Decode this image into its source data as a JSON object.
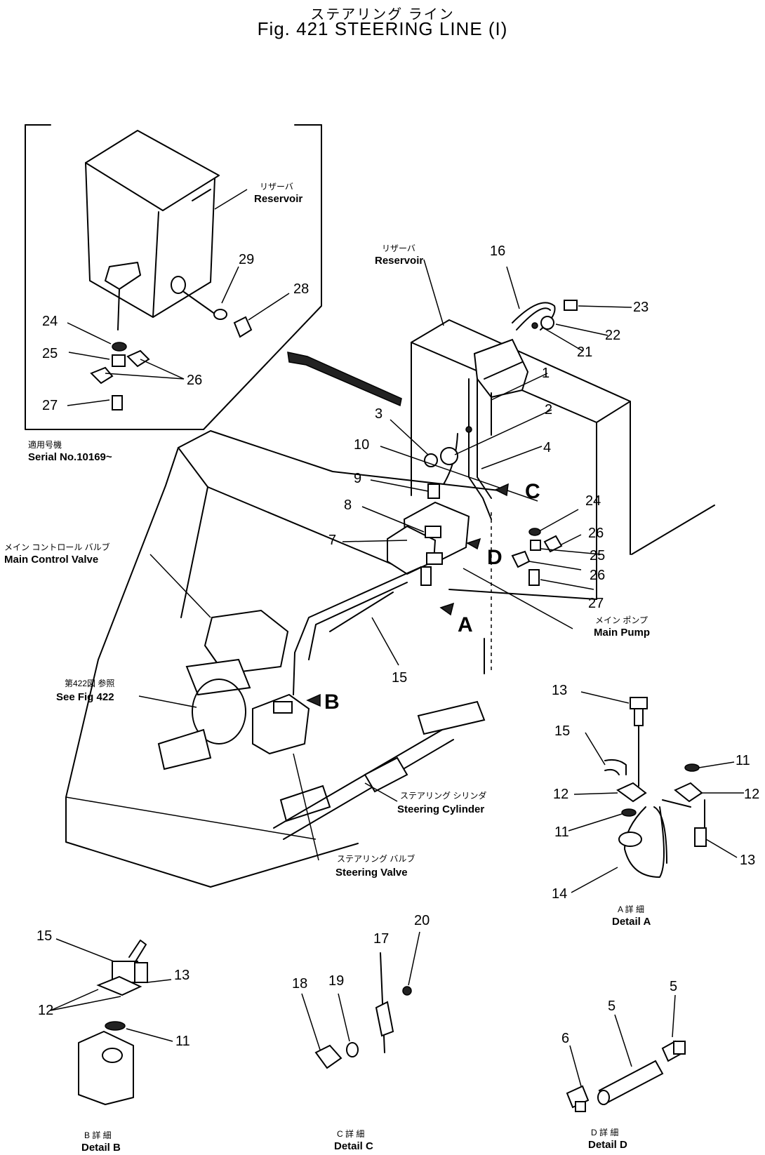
{
  "header": {
    "title_jp": "ステアリング ライン",
    "title_en": "Fig. 421 STEERING LINE (I)"
  },
  "labels": {
    "reservoir_jp": "リザーバ",
    "reservoir_en": "Reservoir",
    "serial_jp": "適用号機",
    "serial_en": "Serial No.10169~",
    "main_control_jp": "メイン コントロール バルブ",
    "main_control_en": "Main Control Valve",
    "see_fig_jp": "第422図 参照",
    "see_fig_en": "See Fig 422",
    "main_pump_jp": "メイン ポンプ",
    "main_pump_en": "Main Pump",
    "steering_cyl_jp": "ステアリング シリンダ",
    "steering_cyl_en": "Steering Cylinder",
    "steering_valve_jp": "ステアリング バルブ",
    "steering_valve_en": "Steering Valve",
    "detail_a_jp": "A 詳 細",
    "detail_a_en": "Detail A",
    "detail_b_jp": "B 詳 細",
    "detail_b_en": "Detail B",
    "detail_c_jp": "C 詳 細",
    "detail_c_en": "Detail C",
    "detail_d_jp": "D 詳 細",
    "detail_d_en": "Detail D"
  },
  "view_letters": {
    "a": "A",
    "b": "B",
    "c": "C",
    "d": "D"
  },
  "callouts": {
    "inset": [
      "29",
      "28",
      "24",
      "25",
      "26",
      "27"
    ],
    "main": [
      "16",
      "23",
      "22",
      "21",
      "1",
      "2",
      "3",
      "10",
      "4",
      "9",
      "8",
      "7",
      "24",
      "26",
      "25",
      "26",
      "27",
      "15"
    ],
    "detail_a": [
      "13",
      "15",
      "11",
      "12",
      "12",
      "11",
      "13",
      "14"
    ],
    "detail_b": [
      "15",
      "13",
      "12",
      "11"
    ],
    "detail_c": [
      "20",
      "17",
      "18",
      "19"
    ],
    "detail_d": [
      "5",
      "5",
      "6"
    ]
  }
}
